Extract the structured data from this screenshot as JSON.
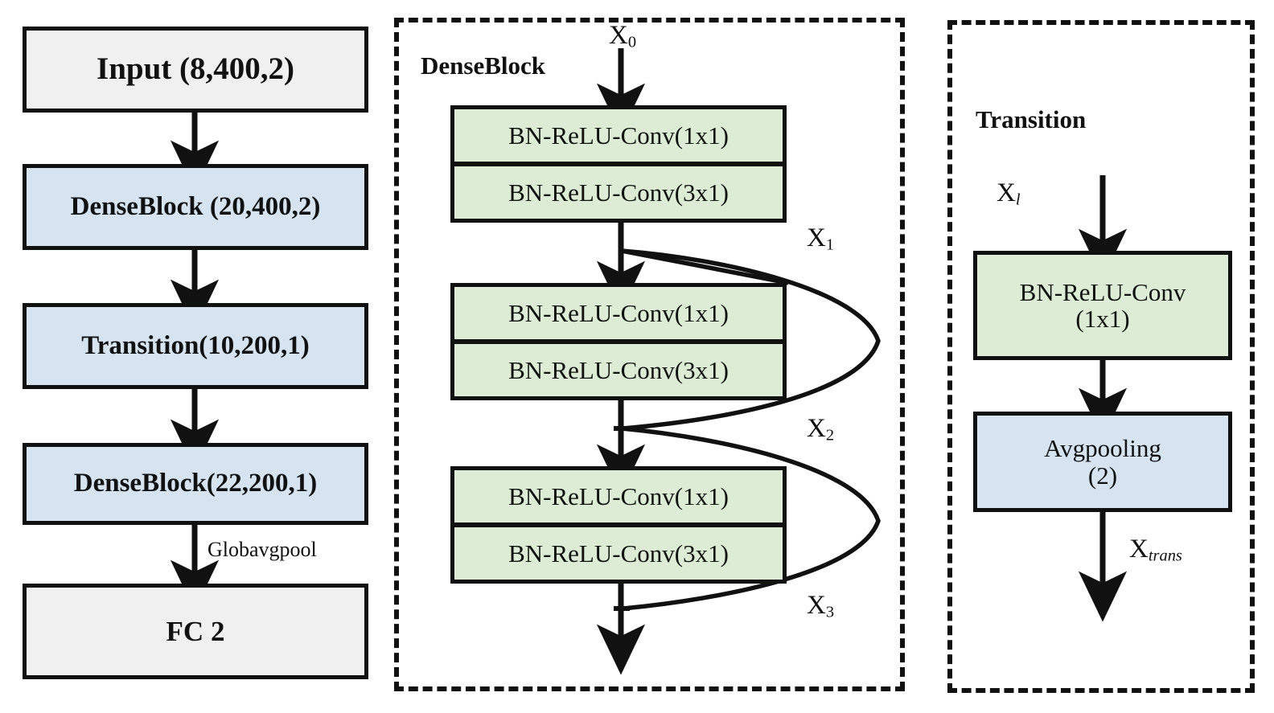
{
  "figure": {
    "panels": {
      "architecture": {
        "nodes": [
          {
            "label": "Input (8,400,2)",
            "style": "grey"
          },
          {
            "label": "DenseBlock (20,400,2)",
            "style": "blue"
          },
          {
            "label": "Transition(10,200,1)",
            "style": "blue"
          },
          {
            "label": "DenseBlock(22,200,1)",
            "style": "blue"
          },
          {
            "label": "FC   2",
            "style": "grey"
          }
        ],
        "edge_labels": [
          {
            "text": "Globavgpool"
          }
        ]
      },
      "denseblock": {
        "title": "DenseBlock",
        "input_label": "X",
        "input_sub": "0",
        "layers": [
          {
            "top": "BN-ReLU-Conv(1x1)",
            "bottom": "BN-ReLU-Conv(3x1)"
          },
          {
            "top": "BN-ReLU-Conv(1x1)",
            "bottom": "BN-ReLU-Conv(3x1)"
          },
          {
            "top": "BN-ReLU-Conv(1x1)",
            "bottom": "BN-ReLU-Conv(3x1)"
          }
        ],
        "skip_labels": [
          {
            "text": "X",
            "sub": "1"
          },
          {
            "text": "X",
            "sub": "2"
          },
          {
            "text": "X",
            "sub": "3"
          }
        ]
      },
      "transition": {
        "title": "Transition",
        "input_label": {
          "text": "X",
          "sub": "l"
        },
        "nodes": [
          {
            "label": "BN-ReLU-Conv\n(1x1)",
            "style": "green"
          },
          {
            "label": "Avgpooling\n(2)",
            "style": "blue"
          }
        ],
        "output_label": {
          "text": "X",
          "sub": "trans"
        }
      }
    },
    "colors": {
      "grey_fill": "#f0f0f0",
      "blue_fill": "#d6e4f2",
      "green_fill": "#dcecd5",
      "stroke": "#111111"
    }
  }
}
